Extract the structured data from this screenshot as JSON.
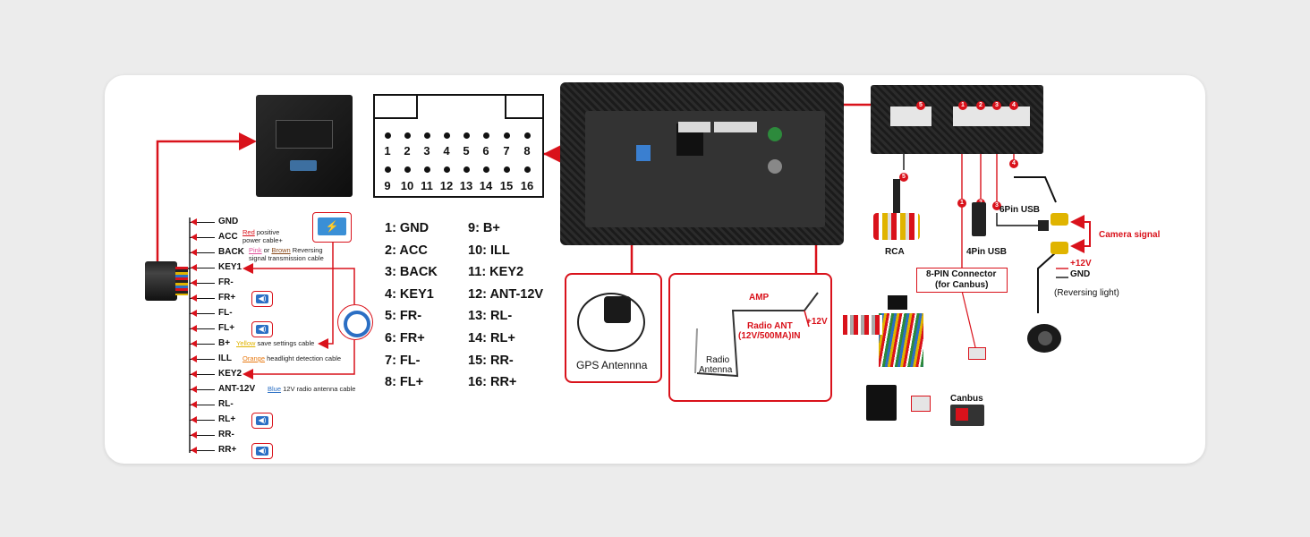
{
  "wires": [
    {
      "label": "GND",
      "note": "",
      "note_colored": "",
      "note_color": ""
    },
    {
      "label": "ACC",
      "note": "positive power cable+",
      "note_colored": "Red",
      "note_color": "#d9121b"
    },
    {
      "label": "BACK",
      "note": "Pink or Brown Reversing signal transmission cable",
      "note_colored": "",
      "note_color": ""
    },
    {
      "label": "KEY1",
      "note": "",
      "note_colored": "",
      "note_color": ""
    },
    {
      "label": "FR-",
      "note": "",
      "note_colored": "",
      "note_color": ""
    },
    {
      "label": "FR+",
      "note": "",
      "note_colored": "",
      "note_color": ""
    },
    {
      "label": "FL-",
      "note": "",
      "note_colored": "",
      "note_color": ""
    },
    {
      "label": "FL+",
      "note": "",
      "note_colored": "",
      "note_color": ""
    },
    {
      "label": "B+",
      "note": "save settings cable",
      "note_colored": "Yellow",
      "note_color": "#e0b400"
    },
    {
      "label": "ILL",
      "note": "headlight detection cable",
      "note_colored": "Orange",
      "note_color": "#e87a12"
    },
    {
      "label": "KEY2",
      "note": "",
      "note_colored": "",
      "note_color": ""
    },
    {
      "label": "ANT-12V",
      "note": "12V radio antenna cable",
      "note_colored": "Blue",
      "note_color": "#2b6fc4"
    },
    {
      "label": "RL-",
      "note": "",
      "note_colored": "",
      "note_color": ""
    },
    {
      "label": "RL+",
      "note": "",
      "note_colored": "",
      "note_color": ""
    },
    {
      "label": "RR-",
      "note": "",
      "note_colored": "",
      "note_color": ""
    },
    {
      "label": "RR+",
      "note": "",
      "note_colored": "",
      "note_color": ""
    }
  ],
  "back_note_parts": {
    "pink": "Pink",
    "or": " or ",
    "brown": "Brown",
    "rest": " Reversing",
    "line2": "signal transmission cable"
  },
  "acc_note_parts": {
    "red": "Red",
    "rest": " positive",
    "line2": "power cable+"
  },
  "pin_numbers_top": [
    "1",
    "2",
    "3",
    "4",
    "5",
    "6",
    "7",
    "8"
  ],
  "pin_numbers_bottom": [
    "9",
    "10",
    "11",
    "12",
    "13",
    "14",
    "15",
    "16"
  ],
  "pin_list_left": [
    "1:  GND",
    "2:  ACC",
    "3:  BACK",
    "4:  KEY1",
    "5:  FR-",
    "6:  FR+",
    "7:  FL-",
    "8:  FL+"
  ],
  "pin_list_right": [
    "9:    B+",
    "10:  ILL",
    "11:  KEY2",
    "12:  ANT-12V",
    "13:  RL-",
    "14:  RL+",
    "15:  RR-",
    "16:  RR+"
  ],
  "gps": {
    "label": "GPS Antennna"
  },
  "radio": {
    "amp": "AMP",
    "ant_line1": "Radio ANT",
    "ant_line2": "(12V/500MA)IN",
    "v12": "+12V",
    "antenna_line1": "Radio",
    "antenna_line2": "Antenna"
  },
  "right": {
    "rca": "RCA",
    "usb4": "4Pin USB",
    "usb6": "6Pin USB",
    "camera_signal": "Camera signal",
    "plus12": "+12V",
    "gnd": "GND",
    "reversing": "(Reversing light)",
    "eightpin_line1": "8-PIN Connector",
    "eightpin_line2": "(for Canbus)",
    "canbus": "Canbus",
    "circles": [
      "5",
      "1",
      "2",
      "3",
      "4"
    ]
  },
  "colors": {
    "accent": "#d9121b",
    "speaker": "#2b6fc4"
  }
}
